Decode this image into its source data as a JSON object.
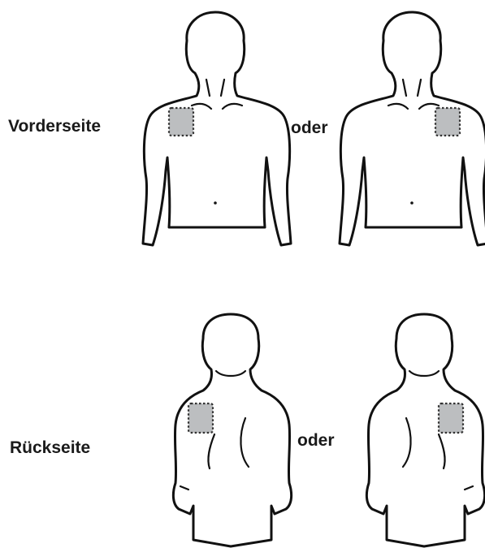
{
  "labels": {
    "front": "Vorderseite",
    "back": "Rückseite",
    "or_front": "oder",
    "or_back": "oder"
  },
  "colors": {
    "patch_fill": "#bcbec0",
    "patch_stroke": "#333333",
    "outline": "#111111"
  },
  "figures": [
    {
      "view": "front",
      "patch_side": "right-shoulder-of-figure"
    },
    {
      "view": "front",
      "patch_side": "left-shoulder-of-figure"
    },
    {
      "view": "back",
      "patch_side": "left-shoulder-of-figure"
    },
    {
      "view": "back",
      "patch_side": "right-shoulder-of-figure"
    }
  ]
}
